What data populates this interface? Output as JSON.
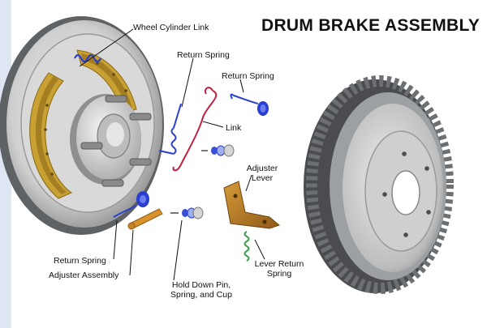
{
  "title": "DRUM BRAKE ASSEMBLY",
  "labels": {
    "wheel_cylinder_link": "Wheel Cylinder Link",
    "return_spring_top": "Return Spring",
    "return_spring_right": "Return Spring",
    "link": "Link",
    "adjuster_lever_1": "Adjuster",
    "adjuster_lever_2": "Lever",
    "return_spring_bottom": "Return Spring",
    "adjuster_assembly": "Adjuster Assembly",
    "hold_down_1": "Hold Down Pin,",
    "hold_down_2": "Spring, and Cup",
    "lever_return_spring_1": "Lever Return",
    "lever_return_spring_2": "Spring"
  },
  "colors": {
    "brake_shoe": "#c9a032",
    "spring_blue": "#2a3fd0",
    "link_red": "#c02040",
    "drum_gray": "#8a8d90",
    "drum_dark": "#4a4c4f"
  }
}
